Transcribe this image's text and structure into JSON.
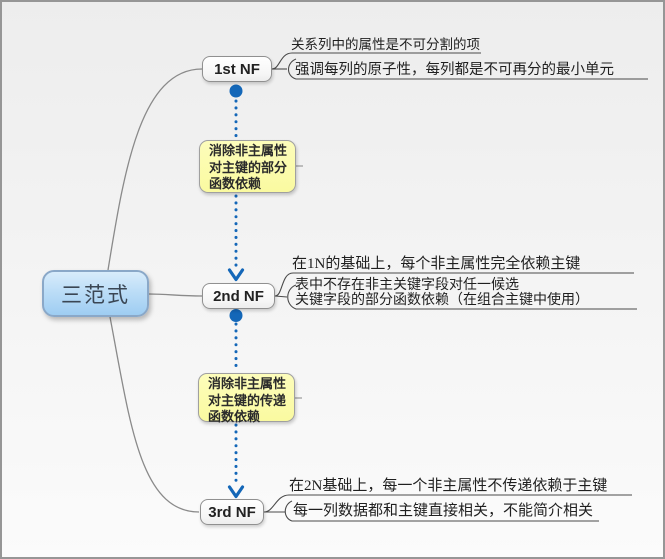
{
  "diagram": {
    "title": "三范式",
    "root": {
      "label": "三范式"
    },
    "nodes": [
      {
        "label": "1st NF",
        "notes": [
          {
            "text": "关系列中的属性是不可分割的项"
          },
          {
            "text": "强调每列的原子性，每列都是不可再分的最小单元"
          }
        ]
      },
      {
        "label": "2nd NF",
        "notes": [
          {
            "text": "在1N的基础上，每个非主属性完全依赖主键"
          },
          {
            "text": "表中不存在非主关键字段对任一候选\n关键字段的部分函数依赖（在组合主键中使用）"
          }
        ]
      },
      {
        "label": "3rd NF",
        "notes": [
          {
            "text": "在2N基础上，每一个非主属性不传递依赖于主键"
          },
          {
            "text": "每一列数据都和主键直接相关，不能简介相关"
          }
        ]
      }
    ],
    "transitions": [
      {
        "label": "消除非主属性\n对主键的部分\n函数依赖"
      },
      {
        "label": "消除非主属性\n对主键的传递\n函数依赖"
      }
    ],
    "colors": {
      "root_fill_top": "#d8ecfb",
      "root_fill_bottom": "#9ecdf2",
      "root_border": "#8aa8c8",
      "node_border": "#909090",
      "transition_fill": "#fafaa0",
      "transition_border": "#a0a0a0",
      "arrow_blue": "#1467b8",
      "connector_gray": "#8a8a8a",
      "underline_gray": "#4a4a4a"
    }
  }
}
